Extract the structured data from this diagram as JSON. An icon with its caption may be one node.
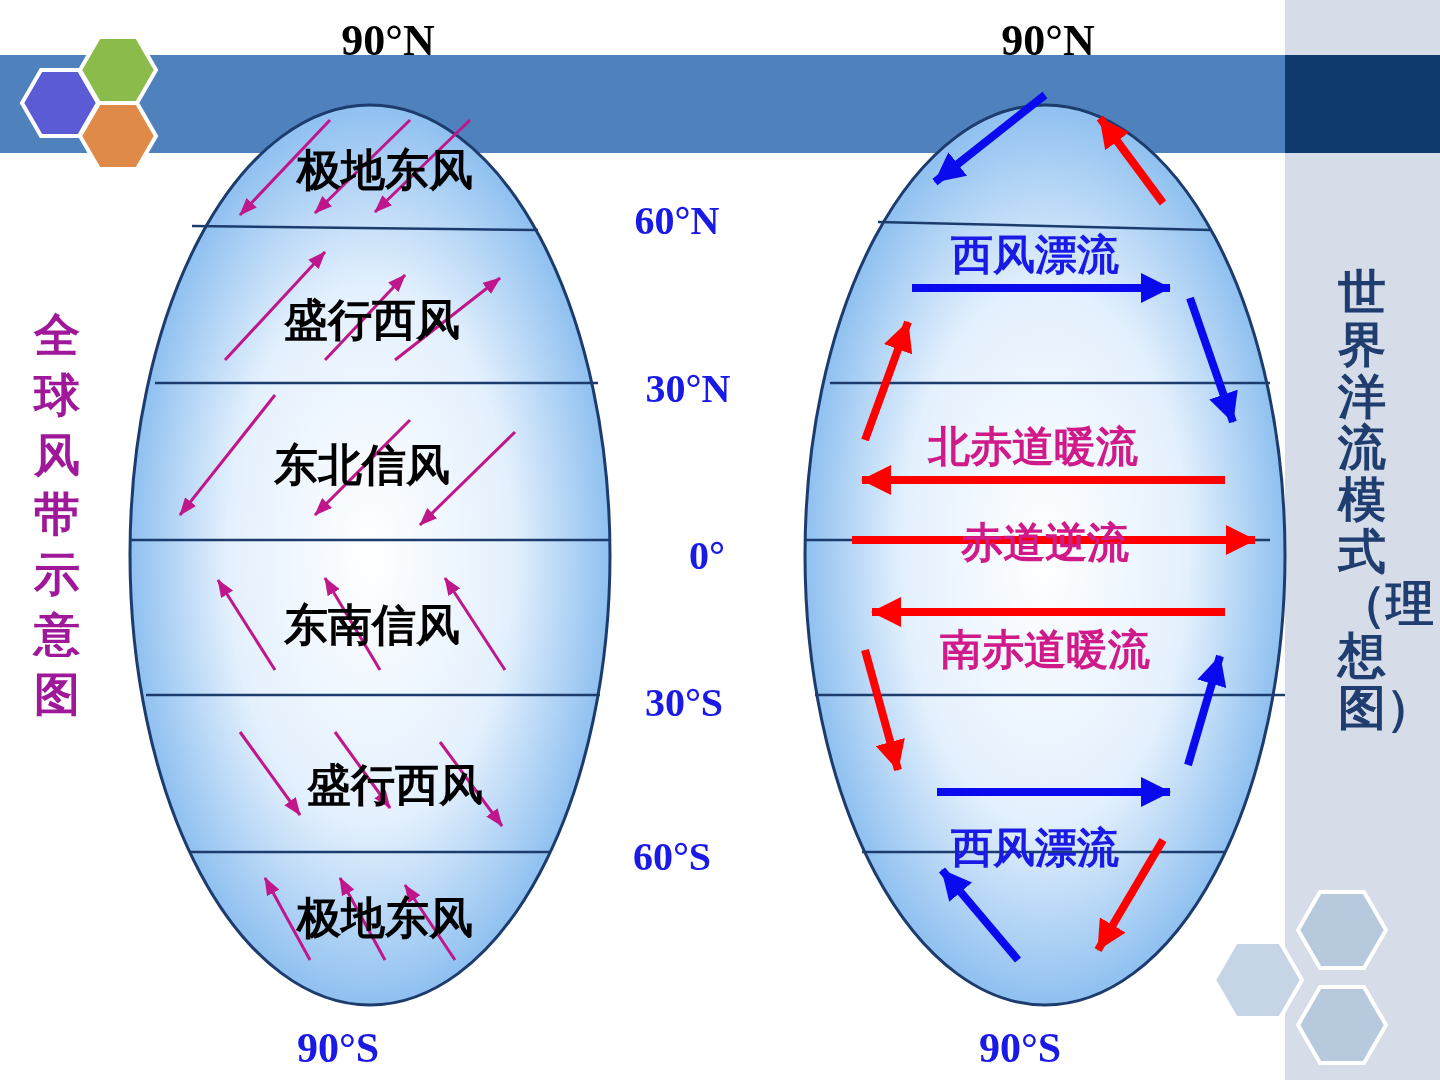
{
  "diagram": {
    "labels": [
      "90°N",
      "90°N",
      "全球风带示意图",
      "极地东风",
      "盛行西风",
      "东北信风",
      "东南信风",
      "盛行西风",
      "极地东风",
      "60°N",
      "30°N",
      "0°",
      "30°S",
      "60°S",
      "西风漂流",
      "北赤道暖流",
      "赤道逆流",
      "南赤道暖流",
      "西风漂流",
      "世界洋流模式（理想图）",
      "90°S",
      "90°S"
    ]
  }
}
